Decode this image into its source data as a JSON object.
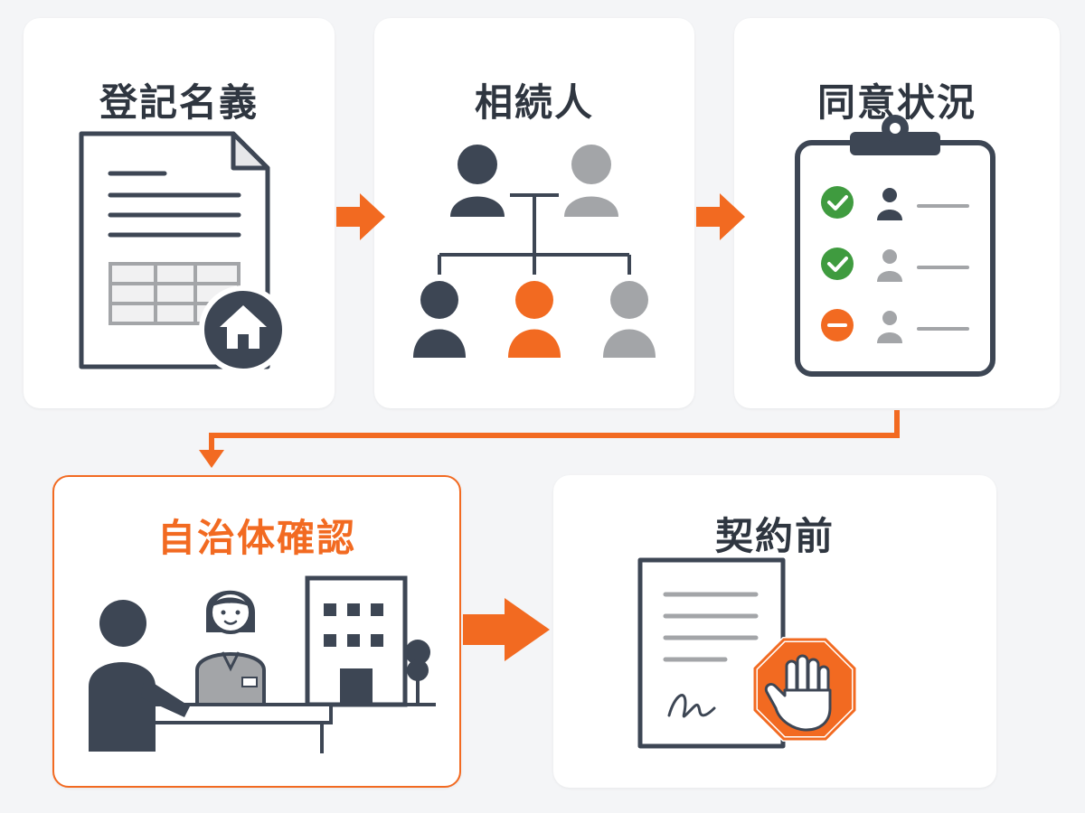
{
  "steps": [
    {
      "id": "registry",
      "title": "登記名義"
    },
    {
      "id": "heirs",
      "title": "相続人"
    },
    {
      "id": "consent",
      "title": "同意状況"
    },
    {
      "id": "municipality",
      "title": "自治体確認"
    },
    {
      "id": "pre-contract",
      "title": "契約前"
    }
  ],
  "colors": {
    "accent": "#f26a21",
    "dark": "#3d4654",
    "gray": "#a3a5a8",
    "check_green": "#3f9b3f",
    "card": "#ffffff",
    "background": "#f4f5f7"
  },
  "icons": [
    "document-house-icon",
    "family-tree-icon",
    "clipboard-checklist-icon",
    "municipal-office-counter-icon",
    "contract-stop-hand-icon"
  ]
}
